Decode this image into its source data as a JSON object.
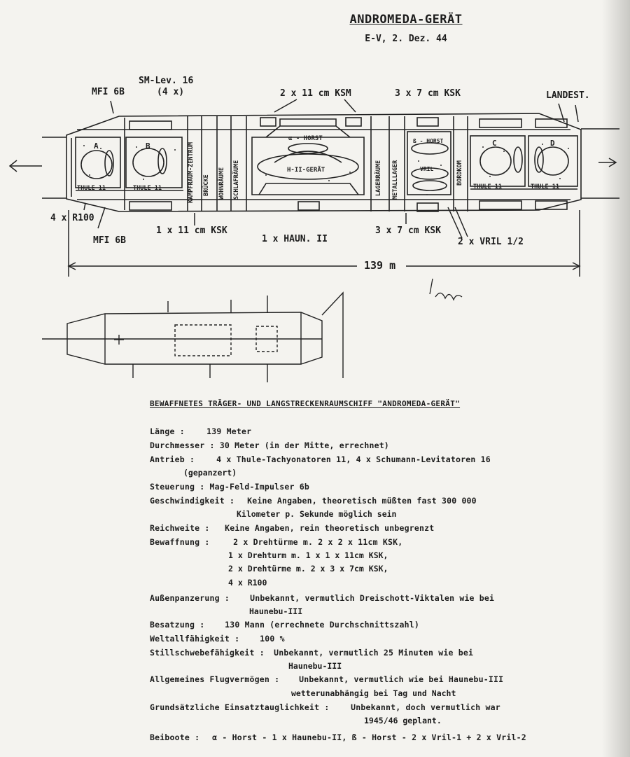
{
  "header": {
    "title": "ANDROMEDA-GERÄT",
    "subtitle": "E-V, 2. Dez. 44"
  },
  "top_labels": {
    "mfi_top": "MFI 6B",
    "sm_lev": "SM-Lev. 16",
    "sm_lev_count": "(4 x)",
    "ksm": "2 x 11 cm KSM",
    "ksk_top": "3 x 7 cm KSK",
    "landest": "LANDEST."
  },
  "bottom_labels": {
    "r100": "4 x R100",
    "mfi_bottom": "MFI 6B",
    "ksk_11": "1 x 11 cm KSK",
    "haun": "1 x HAUN. II",
    "ksk_7": "3 x 7 cm KSK",
    "vril": "2 x VRIL 1/2",
    "length": "139 m"
  },
  "hull_text": {
    "a": "A",
    "b": "B",
    "c": "C",
    "d": "D",
    "thule": "THULE 11",
    "kampfraum": "KAMPFRAUM-ZENTRUM",
    "bruecke": "BRÜCKE",
    "wohnraeume": "WOHNRÄUME",
    "schlafraeume": "SCHLAFRÄUME",
    "alpha_horst": "α - HORST",
    "h2_geraet": "H-II-GERÄT",
    "lagerraeume": "LAGERRÄUME",
    "metalllager": "METALLLAGER",
    "beta_horst": "ß - HORST",
    "vril": "VRIL",
    "bordkom": "BORDKOM"
  },
  "spec_sheet": {
    "heading": "BEWAFFNETES TRÄGER- UND LANGSTRECKENRAUMSCHIFF \"ANDROMEDA-GERÄT\"",
    "rows": [
      {
        "key": "Länge :",
        "value": "139 Meter"
      },
      {
        "key": "Durchmesser :",
        "value": "30 Meter (in der Mitte, errechnet)"
      },
      {
        "key": "Antrieb :",
        "value": "4 x Thule-Tachyonatoren 11, 4 x Schumann-Levitatoren 16"
      },
      {
        "key": "",
        "value": "(gepanzert)"
      },
      {
        "key": "Steuerung :",
        "value": "Mag-Feld-Impulser 6b"
      },
      {
        "key": "Geschwindigkeit :",
        "value": "Keine Angaben, theoretisch müßten fast 300 000"
      },
      {
        "key": "",
        "value": "Kilometer p. Sekunde möglich sein"
      },
      {
        "key": "Reichweite :",
        "value": "Keine Angaben, rein theoretisch unbegrenzt"
      },
      {
        "key": "Bewaffnung :",
        "value": "2 x Drehtürme m. 2 x 2 x 11cm KSK,"
      },
      {
        "key": "",
        "value": "1 x Drehturm m. 1 x 1 x 11cm KSK,"
      },
      {
        "key": "",
        "value": "2 x Drehtürme m. 2 x 3 x 7cm KSK,"
      },
      {
        "key": "",
        "value": "4 x R100"
      },
      {
        "key": "Außenpanzerung :",
        "value": "Unbekannt, vermutlich Dreischott-Viktalen wie bei"
      },
      {
        "key": "",
        "value": "Haunebu-III"
      },
      {
        "key": "Besatzung :",
        "value": "130 Mann (errechnete Durchschnittszahl)"
      },
      {
        "key": "Weltallfähigkeit :",
        "value": "100 %"
      },
      {
        "key": "Stillschwebefähigkeit :",
        "value": "Unbekannt, vermutlich 25 Minuten wie bei"
      },
      {
        "key": "",
        "value": "Haunebu-III"
      },
      {
        "key": "Allgemeines Flugvermögen :",
        "value": "Unbekannt, vermutlich wie bei Haunebu-III"
      },
      {
        "key": "",
        "value": "wetterunabhängig bei Tag und Nacht"
      },
      {
        "key": "Grundsätzliche Einsatztauglichkeit :",
        "value": "Unbekannt, doch vermutlich war"
      },
      {
        "key": "",
        "value": "1945/46 geplant."
      },
      {
        "key": "Beiboote :",
        "value": "α - Horst - 1 x Haunebu-II, ß - Horst - 2 x Vril-1 + 2 x Vril-2"
      }
    ]
  }
}
